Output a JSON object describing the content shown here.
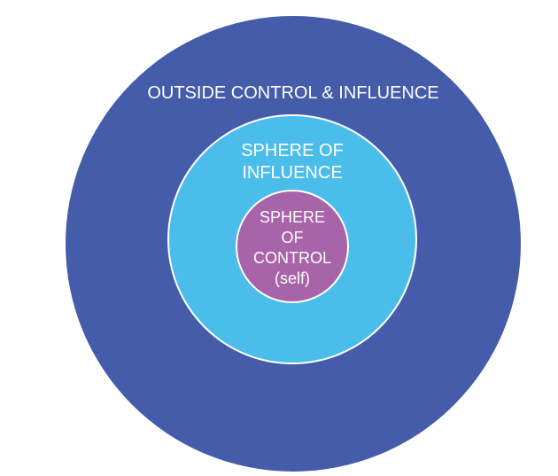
{
  "colors": {
    "outer": "#445ca9",
    "middle": "#4bbdeb",
    "inner": "#a864a8",
    "stroke": "#ffffff"
  },
  "outer": {
    "label": "OUTSIDE CONTROL & INFLUENCE"
  },
  "middle": {
    "lines": [
      "SPHERE OF",
      "INFLUENCE"
    ]
  },
  "inner": {
    "lines": [
      "SPHERE",
      "OF",
      "CONTROL",
      "(self)"
    ]
  }
}
